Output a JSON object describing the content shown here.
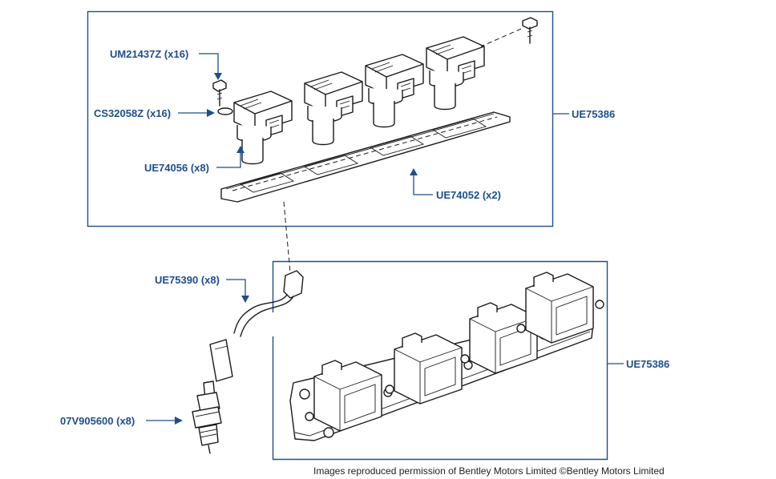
{
  "callouts": {
    "bolt": "UM21437Z (x16)",
    "washer": "CS32058Z (x16)",
    "coil": "UE74056 (x8)",
    "gasket": "UE74052 (x2)",
    "assembly_top": "UE75386",
    "lead": "UE75390 (x8)",
    "plug": "07V905600 (x8)",
    "assembly_bottom": "UE75386"
  },
  "credit": "Images reproduced permission of Bentley Motors Limited ©Bentley Motors Limited",
  "colors": {
    "callout": "#1f4e8c",
    "ink": "#1a1a1a",
    "panel_border": "#1f4e8c"
  }
}
